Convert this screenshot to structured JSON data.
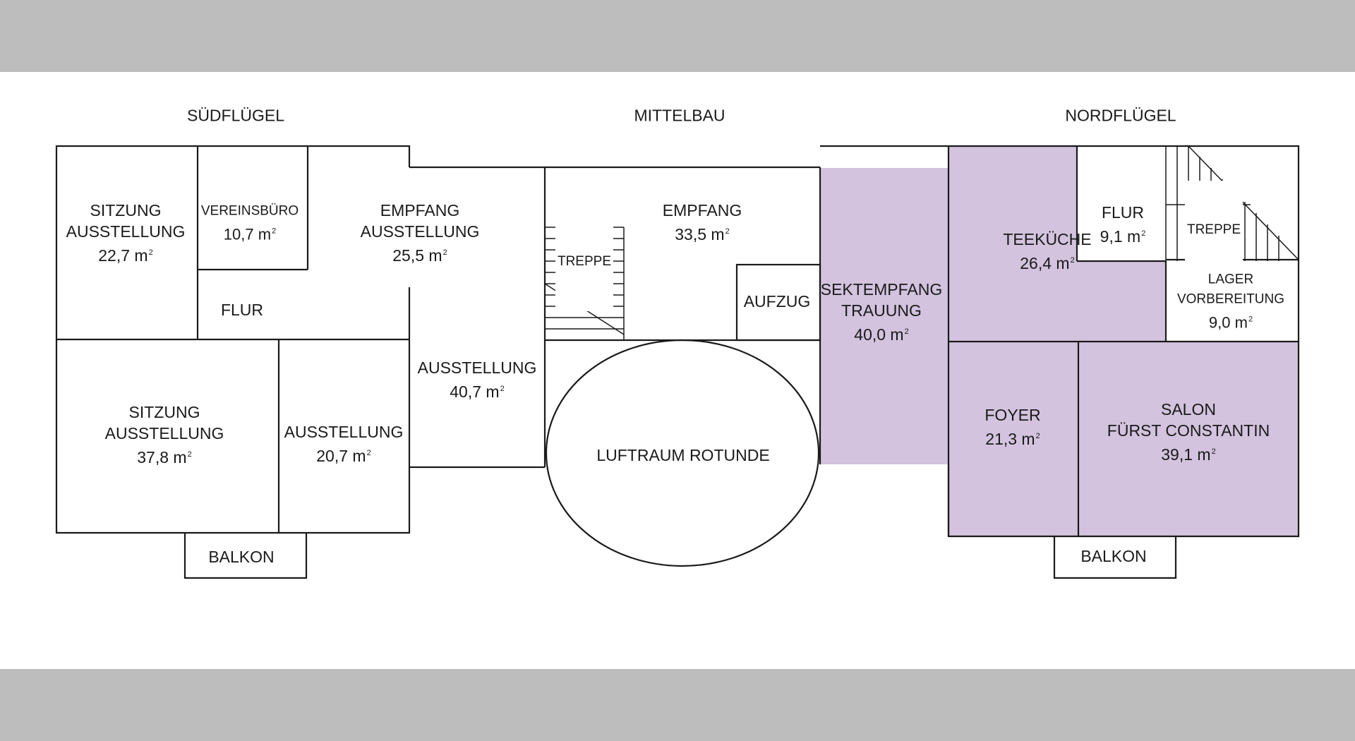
{
  "wings": {
    "sued": "SÜDFLÜGEL",
    "mittel": "MITTELBAU",
    "nord": "NORDFLÜGEL"
  },
  "colors": {
    "highlight": "#d3c3de",
    "line": "#1a1a1a",
    "band": "#bdbdbd"
  },
  "area_unit": "m",
  "area_exponent": "2",
  "rooms": {
    "sitzung1": {
      "l1": "SITZUNG",
      "l2": "AUSSTELLUNG",
      "area": "22,7"
    },
    "vereinsbuero": {
      "l1": "VEREINSBÜRO",
      "area": "10,7"
    },
    "empfang1": {
      "l1": "EMPFANG",
      "l2": "AUSSTELLUNG",
      "area": "25,5"
    },
    "flur_sued": {
      "l1": "FLUR"
    },
    "sitzung2": {
      "l1": "SITZUNG",
      "l2": "AUSSTELLUNG",
      "area": "37,8"
    },
    "ausstellung_small": {
      "l1": "AUSSTELLUNG",
      "area": "20,7"
    },
    "ausstellung_mid": {
      "l1": "AUSSTELLUNG",
      "area": "40,7"
    },
    "balkon_sued": {
      "l1": "BALKON"
    },
    "treppe_mittel": {
      "l1": "TREPPE"
    },
    "empfang2": {
      "l1": "EMPFANG",
      "area": "33,5"
    },
    "aufzug": {
      "l1": "AUFZUG"
    },
    "rotunde": {
      "l1": "LUFTRAUM ROTUNDE"
    },
    "sektempfang": {
      "l1": "SEKTEMPFANG",
      "l2": "TRAUUNG",
      "area": "40,0"
    },
    "teekueche": {
      "l1": "TEEKÜCHE",
      "area": "26,4"
    },
    "flur_nord": {
      "l1": "FLUR",
      "area": "9,1"
    },
    "treppe_nord": {
      "l1": "TREPPE"
    },
    "lager": {
      "l1": "LAGER",
      "l2": "VORBEREITUNG",
      "area": "9,0"
    },
    "foyer": {
      "l1": "FOYER",
      "area": "21,3"
    },
    "salon": {
      "l1": "SALON",
      "l2": "FÜRST CONSTANTIN",
      "area": "39,1"
    },
    "balkon_nord": {
      "l1": "BALKON"
    }
  }
}
